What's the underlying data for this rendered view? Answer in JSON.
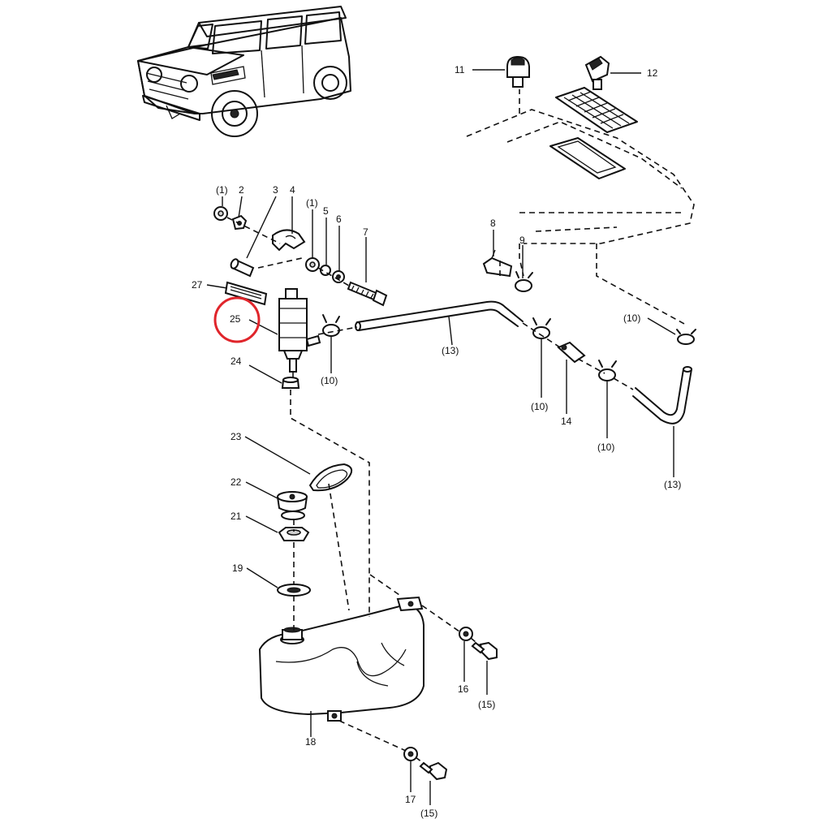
{
  "highlight": {
    "color": "#e0252b",
    "part": "25"
  },
  "callouts": [
    {
      "id": "c-11",
      "text": "11"
    },
    {
      "id": "c-12",
      "text": "12"
    },
    {
      "id": "c-1",
      "text": "(1)"
    },
    {
      "id": "c-2",
      "text": "2"
    },
    {
      "id": "c-3",
      "text": "3"
    },
    {
      "id": "c-4",
      "text": "4"
    },
    {
      "id": "c-1b",
      "text": "(1)"
    },
    {
      "id": "c-5",
      "text": "5"
    },
    {
      "id": "c-6",
      "text": "6"
    },
    {
      "id": "c-7",
      "text": "7"
    },
    {
      "id": "c-8",
      "text": "8"
    },
    {
      "id": "c-9",
      "text": "9"
    },
    {
      "id": "c-27",
      "text": "27"
    },
    {
      "id": "c-25",
      "text": "25"
    },
    {
      "id": "c-24",
      "text": "24"
    },
    {
      "id": "c-10a",
      "text": "(10)"
    },
    {
      "id": "c-13a",
      "text": "(13)"
    },
    {
      "id": "c-10b",
      "text": "(10)"
    },
    {
      "id": "c-14",
      "text": "14"
    },
    {
      "id": "c-10c",
      "text": "(10)"
    },
    {
      "id": "c-10d",
      "text": "(10)"
    },
    {
      "id": "c-13b",
      "text": "(13)"
    },
    {
      "id": "c-23",
      "text": "23"
    },
    {
      "id": "c-22",
      "text": "22"
    },
    {
      "id": "c-21",
      "text": "21"
    },
    {
      "id": "c-19",
      "text": "19"
    },
    {
      "id": "c-16",
      "text": "16"
    },
    {
      "id": "c-15a",
      "text": "(15)"
    },
    {
      "id": "c-18",
      "text": "18"
    },
    {
      "id": "c-17",
      "text": "17"
    },
    {
      "id": "c-15b",
      "text": "(15)"
    }
  ]
}
